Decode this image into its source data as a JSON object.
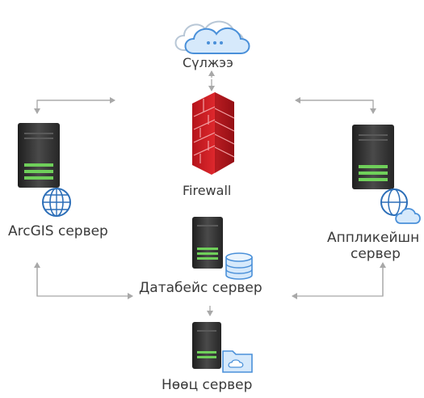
{
  "nodes": {
    "network": {
      "label": "Сүлжээ",
      "icon": "cloud-icon"
    },
    "firewall": {
      "label": "Firewall",
      "icon": "firewall-icon"
    },
    "arcgis": {
      "label": "ArcGIS сервер",
      "icon": "server-globe-icon"
    },
    "application": {
      "label_line1": "Аппликейшн",
      "label_line2": "сервер",
      "icon": "server-globe-cloud-icon"
    },
    "database": {
      "label": "Датабейс сервер",
      "icon": "server-database-icon"
    },
    "backup": {
      "label": "Нөөц сервер",
      "icon": "server-folder-icon"
    }
  },
  "colors": {
    "cloud": "#4a90d9",
    "cloud_fill": "#d6e9fb",
    "firewall": "#d81f26",
    "server_body": "#2f2f2f",
    "arrow": "#a8a8a8",
    "text": "#3a3a3a"
  }
}
